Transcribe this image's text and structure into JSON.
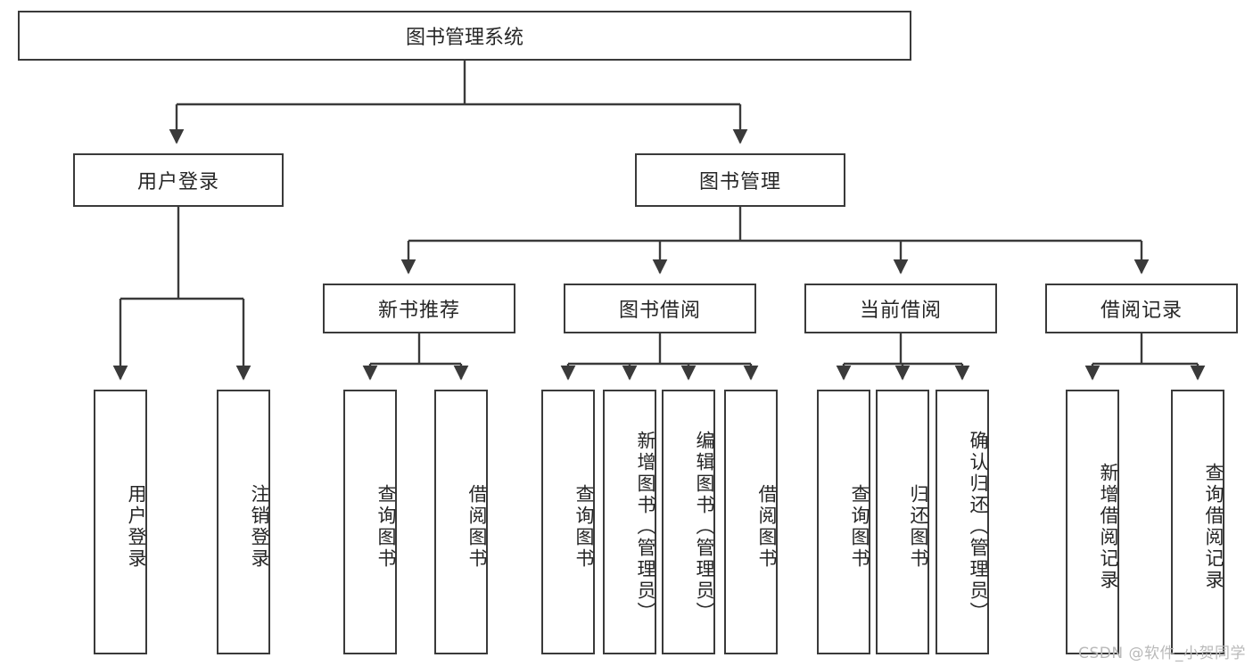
{
  "diagram": {
    "title": "图书管理系统",
    "type": "tree-hierarchy",
    "colors": {
      "box_border": "#3a3a3a",
      "box_fill": "#ffffff",
      "connector": "#3a3a3a",
      "text": "#262626",
      "watermark": "#b9b9b9",
      "background": "#ffffff"
    },
    "root": {
      "label": "图书管理系统"
    },
    "level1": [
      {
        "label": "用户登录"
      },
      {
        "label": "图书管理"
      }
    ],
    "level2": [
      {
        "label": "新书推荐"
      },
      {
        "label": "图书借阅"
      },
      {
        "label": "当前借阅"
      },
      {
        "label": "借阅记录"
      }
    ],
    "leaves": {
      "user_login": [
        {
          "label": "用户登录"
        },
        {
          "label": "注销登录"
        }
      ],
      "new_book_recommend": [
        {
          "label": "查询图书"
        },
        {
          "label": "借阅图书"
        }
      ],
      "book_borrow": [
        {
          "label": "查询图书"
        },
        {
          "label": "新增图书（管理员）"
        },
        {
          "label": "编辑图书（管理员）"
        },
        {
          "label": "借阅图书"
        }
      ],
      "current_borrow": [
        {
          "label": "查询图书"
        },
        {
          "label": "归还图书"
        },
        {
          "label": "确认归还（管理员）"
        }
      ],
      "borrow_record": [
        {
          "label": "新增借阅记录"
        },
        {
          "label": "查询借阅记录"
        }
      ]
    }
  },
  "watermark": {
    "text": "CSDN @软件_小贺同学"
  }
}
